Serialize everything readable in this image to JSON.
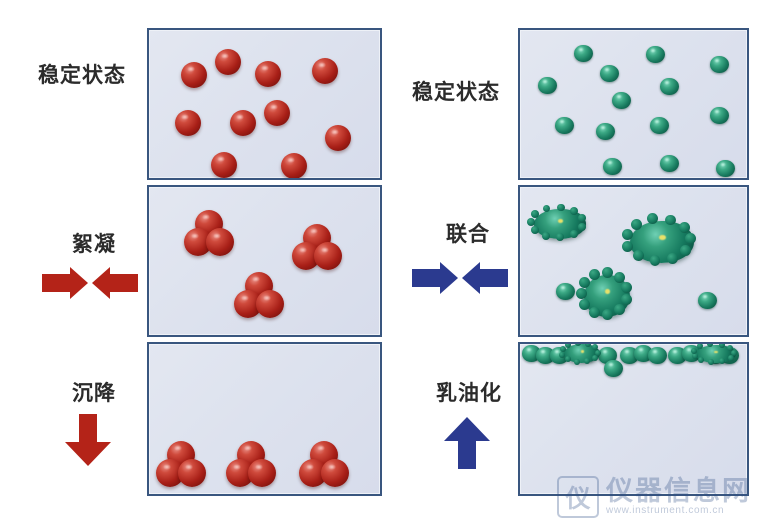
{
  "figure": {
    "title": "Emulsion / dispersion instability mechanisms diagram",
    "columns": [
      {
        "id": "left",
        "particle_color": "#a81f17",
        "arrow_color": "#b42318",
        "rows": [
          {
            "label": "稳定状态",
            "arrow": "none",
            "panel": "stable-dispersed-red"
          },
          {
            "label": "絮凝",
            "arrow": "converging",
            "panel": "flocculation-red"
          },
          {
            "label": "沉降",
            "arrow": "down",
            "panel": "sedimentation-red"
          }
        ]
      },
      {
        "id": "right",
        "particle_color": "#17785d",
        "arrow_color": "#2b3a8f",
        "rows": [
          {
            "label": "稳定状态",
            "arrow": "none",
            "panel": "stable-dispersed-green"
          },
          {
            "label": "联合",
            "arrow": "converging",
            "panel": "coalescence-green"
          },
          {
            "label": "乳油化",
            "arrow": "up",
            "panel": "creaming-green"
          }
        ]
      }
    ],
    "panel_fill": "#dde2ee",
    "panel_border": "#39567f"
  },
  "watermark": {
    "mark": "仪",
    "name": "仪器信息网",
    "url": "www.instrument.com.cn"
  }
}
